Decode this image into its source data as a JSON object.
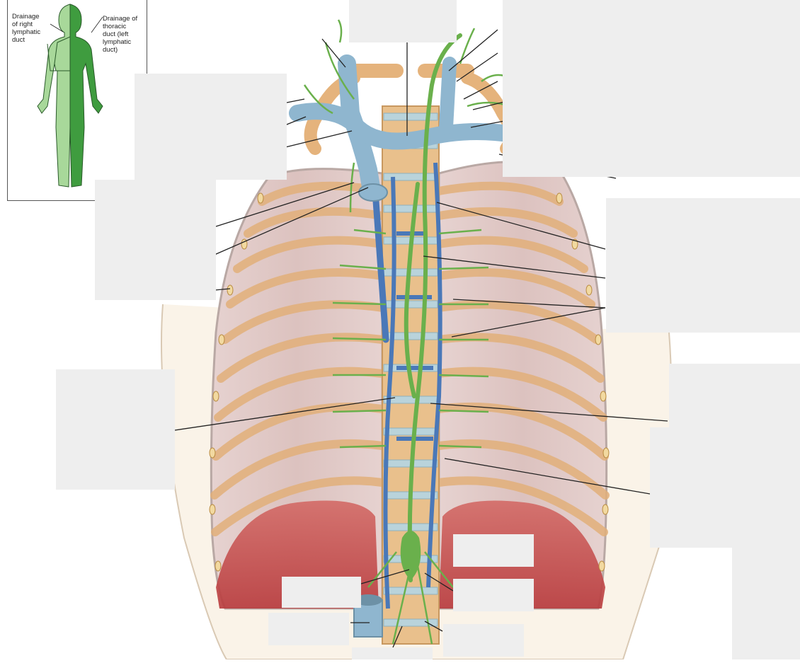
{
  "inset": {
    "right_label": "Drainage\nof right\nlymphatic\nduct",
    "left_label": "Drainage of\nthoracic\nduct (left\nlymphatic\nduct)"
  },
  "colors": {
    "lymph_green": "#6ab04c",
    "body_light_green": "#a8d89a",
    "body_dark_green": "#3f9c3f",
    "vein_blue": "#8fb6cf",
    "rib_tan": "#e6b47c",
    "pleura_pink": "#e8d6d2",
    "diaphragm_red": "#c8484a",
    "arrow_red": "#e5302a",
    "mask_gray": "#eeeeee"
  },
  "arrow": {
    "color": "#e5302a",
    "direction": "left"
  },
  "label_boxes": {
    "count": 14,
    "state": "blank"
  }
}
